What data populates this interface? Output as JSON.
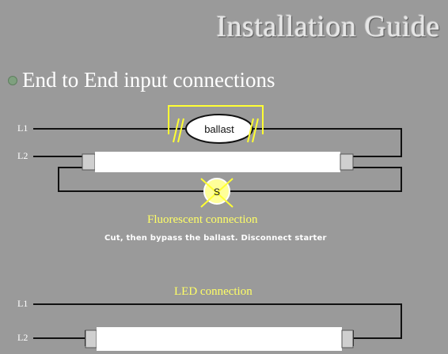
{
  "title": "Installation Guide",
  "subtitle": "End to End input connections",
  "fluorescent": {
    "ballast_label": "ballast",
    "starter_label": "S",
    "caption": "Fluorescent connection",
    "note": "Cut, then bypass the ballast. Disconnect starter",
    "line1_label": "L1",
    "line2_label": "L2"
  },
  "led": {
    "caption": "LED connection",
    "line1_label": "L1",
    "line2_label": "L2"
  },
  "colors": {
    "background": "#9a9a9a",
    "wire": "#111111",
    "highlight": "#ffff33",
    "tube": "#ffffff"
  },
  "icons": {
    "bullet": "round-bullet-icon",
    "cut_marks": "double-slash-cut-icon",
    "starter_cross": "x-cross-icon"
  }
}
